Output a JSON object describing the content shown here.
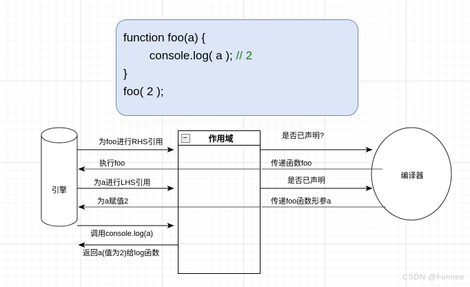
{
  "code_block": {
    "lines": [
      {
        "text": "function foo(a) {",
        "comment": ""
      },
      {
        "text": "        console.log( a );",
        "comment": " // 2"
      },
      {
        "text": "}",
        "comment": ""
      },
      {
        "text": "foo( 2 );",
        "comment": ""
      }
    ],
    "background_color": "#dce6f7",
    "border_color": "#7189b8",
    "comment_color": "#1f7a1f"
  },
  "nodes": {
    "engine": {
      "label": "引擎",
      "shape": "cylinder"
    },
    "scope": {
      "label": "作用域",
      "shape": "box",
      "collapse_icon": "minus"
    },
    "compiler": {
      "label": "编译器",
      "shape": "ellipse"
    }
  },
  "messages": [
    {
      "id": "m1",
      "label": "为foo进行RHS引用",
      "direction": "right",
      "from": "engine",
      "to": "scope"
    },
    {
      "id": "m2",
      "label": "是否已声明?",
      "direction": "right",
      "from": "scope",
      "to": "compiler"
    },
    {
      "id": "m3",
      "label": "执行foo",
      "direction": "left",
      "from": "scope",
      "to": "engine"
    },
    {
      "id": "m4",
      "label": "传递函数foo",
      "direction": "left",
      "from": "compiler",
      "to": "scope"
    },
    {
      "id": "m5",
      "label": "为a进行LHS引用",
      "direction": "right",
      "from": "engine",
      "to": "scope"
    },
    {
      "id": "m6",
      "label": "是否已声明",
      "direction": "right",
      "from": "scope",
      "to": "compiler"
    },
    {
      "id": "m7",
      "label": "为a赋值2",
      "direction": "left",
      "from": "scope",
      "to": "engine"
    },
    {
      "id": "m8",
      "label": "传递foo函数形参a",
      "direction": "left",
      "from": "compiler",
      "to": "scope"
    },
    {
      "id": "m9",
      "label": "调用console.log(a)",
      "direction": "right",
      "from": "engine",
      "to": "scope"
    },
    {
      "id": "m10",
      "label": "返回a(值为2)给log函数",
      "direction": "left",
      "from": "scope",
      "to": "engine"
    }
  ],
  "watermark": "CSDN @Funnee"
}
